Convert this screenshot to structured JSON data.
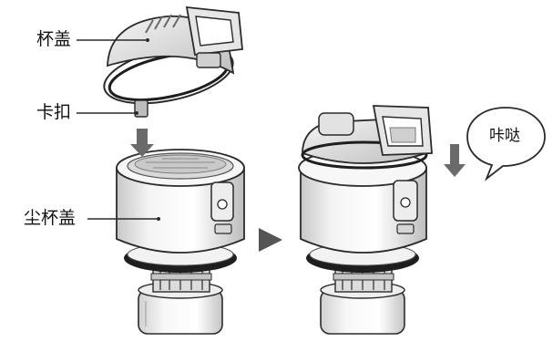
{
  "labels": {
    "lid": "杯盖",
    "clip": "卡扣",
    "dust_cup_lid": "尘杯盖",
    "click_sound": "咔哒"
  },
  "colors": {
    "line": "#2b2b2b",
    "body_fill": "#ffffff",
    "shade_light": "#e6e6e6",
    "shade_mid": "#bdbdbd",
    "shade_dark": "#7a7a7a",
    "arrow": "#555555",
    "seal": "#1e1e1e"
  },
  "icons": [
    "down-arrow-icon",
    "right-arrow-icon",
    "speech-bubble-icon"
  ]
}
